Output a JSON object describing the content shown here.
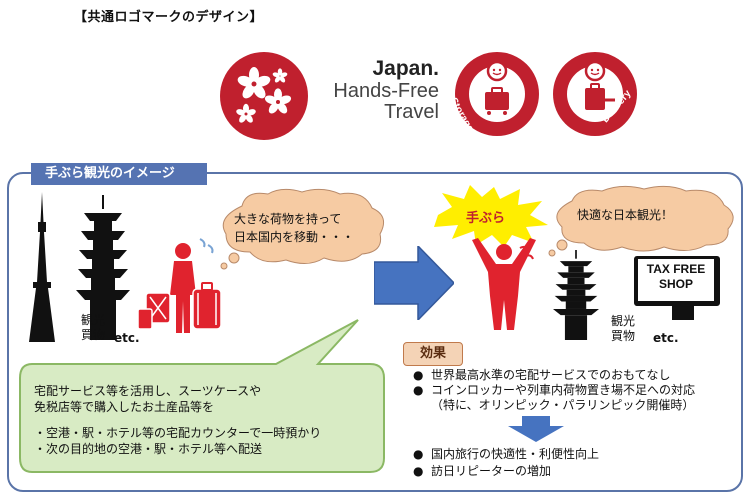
{
  "heading": "【共通ロゴマークのデザイン】",
  "brand": {
    "line1": "Japan.",
    "line2": "Hands-Free",
    "line3": "Travel"
  },
  "logos": {
    "storage": "Storage",
    "delivery": "Delivery"
  },
  "panel": {
    "tab": "手ぶら観光のイメージ"
  },
  "left": {
    "bubble": [
      "大きな荷物を持って",
      "日本国内を移動・・・"
    ],
    "label": [
      "観光",
      "買物"
    ],
    "etc": "etc."
  },
  "right": {
    "burst": "手ぶら",
    "bubble": "快適な日本観光！",
    "shop_sign": [
      "TAX FREE",
      "SHOP"
    ],
    "label": [
      "観光",
      "買物"
    ],
    "etc": "etc."
  },
  "green_box": {
    "line1": "宅配サービス等を活用し、スーツケースや",
    "line2": "免税店等で購入したお土産品等を",
    "item1": "・空港・駅・ホテル等の宅配カウンターで一時預かり",
    "item2": "・次の目的地の空港・駅・ホテル等へ配送"
  },
  "effect": {
    "title": "効果",
    "bullet": "●",
    "item1": "世界最高水準の宅配サービスでのおもてなし",
    "item2": "コインロッカーや列車内荷物置き場不足への対応",
    "item2_sub": "（特に、オリンピック・パラリンピック開催時）",
    "item3": "国内旅行の快適性・利便性向上",
    "item4": "訪日リピーターの増加"
  },
  "colors": {
    "brand_red": "#c0202e",
    "panel_blue": "#5573b2",
    "green_fill": "#d8ebc4",
    "green_border": "#8bb864",
    "bubble_fill": "#f6cba3",
    "arrow_blue": "#4673c0",
    "burst_yellow": "#ffee00"
  }
}
